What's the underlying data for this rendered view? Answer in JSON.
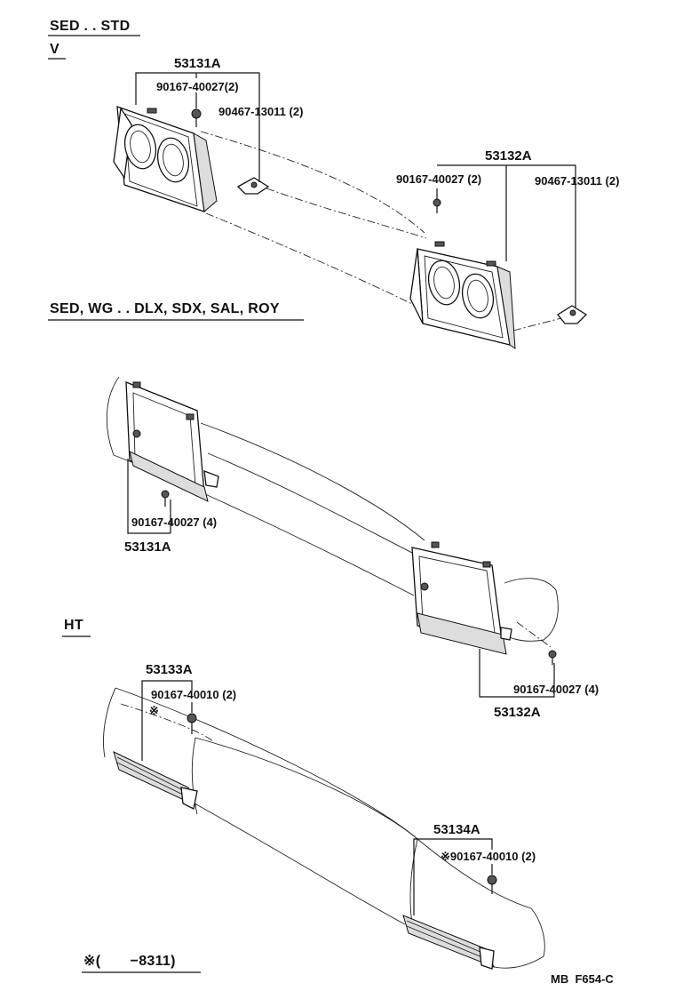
{
  "sections": {
    "sed_std": "SED . . STD",
    "v": "V",
    "sed_wg": "SED, WG . . DLX, SDX, SAL, ROY",
    "ht": "HT"
  },
  "labels": {
    "s1_door_left": "53131A",
    "s1_screw_left": "90167-40027(2)",
    "s1_clip_left": "90467-13011 (2)",
    "s1_door_right": "53132A",
    "s1_screw_right": "90167-40027 (2)",
    "s1_clip_right": "90467-13011 (2)",
    "s2_screw_left": "90167-40027 (4)",
    "s2_door_left": "53131A",
    "s2_screw_right": "90167-40027 (4)",
    "s2_door_right": "53132A",
    "s3_door_left": "53133A",
    "s3_screw_left": "90167-40010 (2)",
    "s3_mark_left": "※",
    "s3_door_right": "53134A",
    "s3_screw_right": "※90167-40010 (2)"
  },
  "footnote": "※(       −8311)",
  "figure_code": "MB  F654-C"
}
